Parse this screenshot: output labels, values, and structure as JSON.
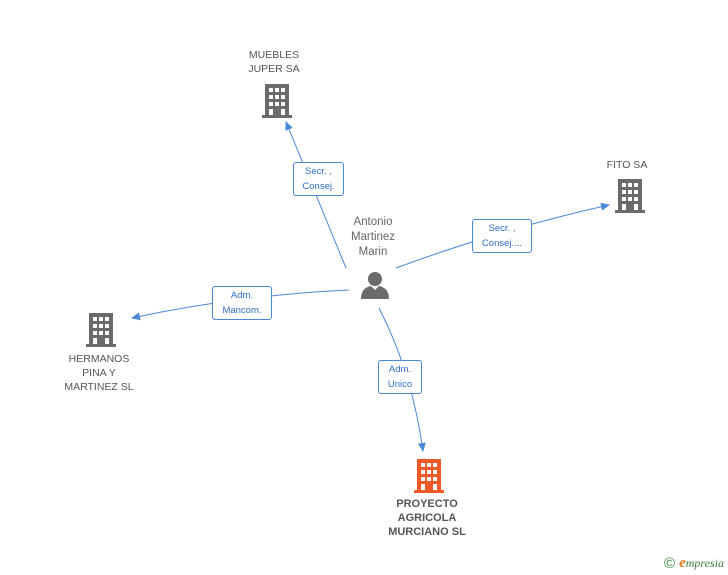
{
  "colors": {
    "company": "#6b6b6b",
    "target": "#f05a28",
    "person": "#6b6b6b",
    "edge": "#4a88d6",
    "edge_label_text": "#2f6fc4"
  },
  "nodes": {
    "person": {
      "label": "Antonio\nMartinez\nMarin",
      "icon": "person-icon"
    },
    "muebles": {
      "label": "MUEBLES\nJUPER SA",
      "icon": "building-icon"
    },
    "fito": {
      "label": "FITO SA",
      "icon": "building-icon"
    },
    "hermanos": {
      "label": "HERMANOS\nPINA Y\nMARTINEZ SL",
      "icon": "building-icon"
    },
    "proyecto": {
      "label": "PROYECTO\nAGRICOLA\nMURCIANO SL",
      "icon": "building-icon"
    }
  },
  "edges": {
    "muebles": "Secr. ,\nConsej.",
    "fito": "Secr. ,\nConsej....",
    "hermanos": "Adm.\nMancom.",
    "proyecto": "Adm.\nUnico"
  },
  "footer": {
    "copyright_symbol": "©",
    "brand_initial": "e",
    "brand_rest": "mpresia"
  }
}
